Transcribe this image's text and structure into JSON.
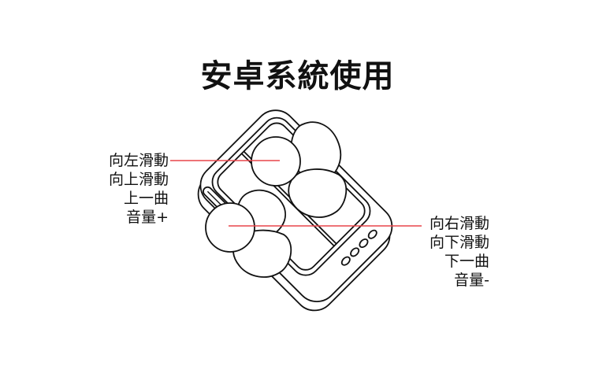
{
  "title": "安卓系統使用",
  "left_callout": {
    "lines": [
      "向左滑動",
      "向上滑動",
      "上一曲",
      "音量+"
    ],
    "target": "upper earbud"
  },
  "right_callout": {
    "lines": [
      "向右滑動",
      "向下滑動",
      "下一曲",
      "音量-"
    ],
    "target": "lower earbud"
  },
  "colors": {
    "callout_line": "#e8454a",
    "outline": "#111111",
    "background": "#ffffff"
  }
}
